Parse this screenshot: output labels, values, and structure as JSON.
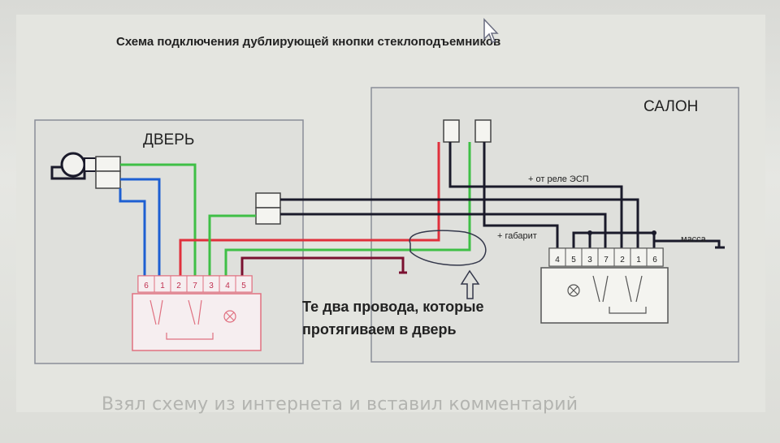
{
  "diagram": {
    "title": "Схема подключения дублирующей кнопки стеклоподъемников",
    "door_label": "ДВЕРЬ",
    "salon_label": "САЛОН",
    "relay_label": "+ от реле ЭСП",
    "gabarit_label": "+ габарит",
    "mass_label": "масса",
    "door_pins": [
      "6",
      "1",
      "2",
      "7",
      "3",
      "4",
      "5"
    ],
    "salon_pins": [
      "4",
      "5",
      "3",
      "7",
      "2",
      "1",
      "6"
    ],
    "annotation_line1": "Те два провода, которые",
    "annotation_line2": "протягиваем в дверь",
    "colors": {
      "red": "#e0303c",
      "green": "#3fbf46",
      "blue": "#1d5fd2",
      "black": "#1a1a2a",
      "maroon": "#7a1030",
      "door_block": "#e07080",
      "box_border": "#8a8e98"
    }
  },
  "footer": {
    "caption": "Взял схему из интернета и вставил комментарий"
  }
}
